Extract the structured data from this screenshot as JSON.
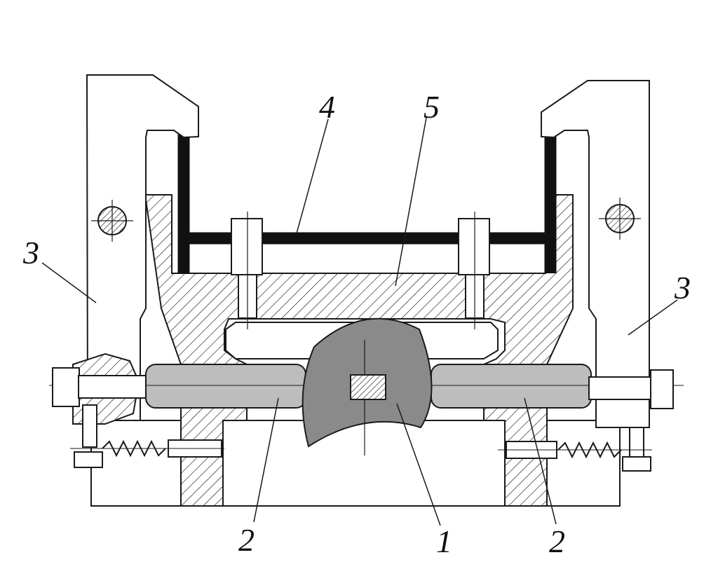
{
  "labels": {
    "cam": "1",
    "pushrod_left": "2",
    "pushrod_right": "2",
    "lever_left": "3",
    "lever_right": "3",
    "belt": "4",
    "housing": "5"
  },
  "colors": {
    "stroke": "#1a1a1a",
    "part_gray": "#bdbdbd",
    "cam_gray": "#8a8a8a",
    "belt": "#111111",
    "background": "#ffffff"
  }
}
